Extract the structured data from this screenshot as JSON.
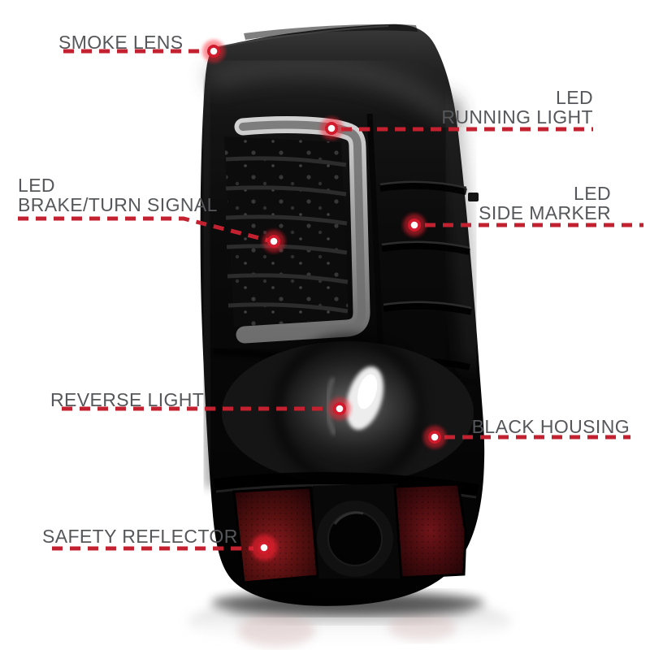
{
  "page": {
    "background": "#ffffff"
  },
  "colors": {
    "label_text": "#56575a",
    "leader_red": "#c32030",
    "dot_ring": "#d11a2b",
    "dot_core": "#ffffff",
    "housing_black": "#0a0a0a",
    "reflector_red": "#55100f"
  },
  "callouts": [
    {
      "id": "smoke-lens",
      "line1": "SMOKE LENS",
      "line2": ""
    },
    {
      "id": "led-running-light",
      "line1": "LED",
      "line2": "RUNNING LIGHT"
    },
    {
      "id": "led-brake-turn-signal",
      "line1": "LED",
      "line2": "BRAKE/TURN SIGNAL"
    },
    {
      "id": "led-side-marker",
      "line1": "LED",
      "line2": "SIDE MARKER"
    },
    {
      "id": "reverse-light",
      "line1": "REVERSE LIGHT",
      "line2": ""
    },
    {
      "id": "black-housing",
      "line1": "BLACK HOUSING",
      "line2": ""
    },
    {
      "id": "safety-reflector",
      "line1": "SAFETY REFLECTOR",
      "line2": ""
    }
  ]
}
